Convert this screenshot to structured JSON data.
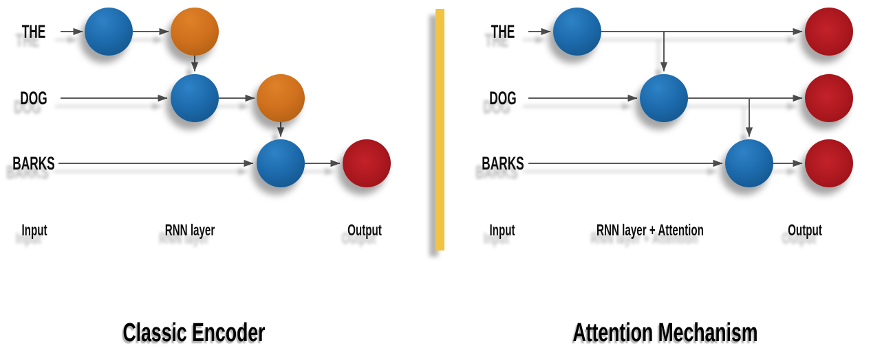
{
  "left_panel": {
    "title": "Classic Encoder",
    "rows": [
      {
        "word": "THE"
      },
      {
        "word": "DOG"
      },
      {
        "word": "BARKS"
      }
    ],
    "columns": [
      {
        "label": "Input"
      },
      {
        "label": "RNN layer"
      },
      {
        "label": "Output"
      }
    ]
  },
  "right_panel": {
    "title": "Attention Mechanism",
    "rows": [
      {
        "word": "THE"
      },
      {
        "word": "DOG"
      },
      {
        "word": "BARKS"
      }
    ],
    "columns": [
      {
        "label": "Input"
      },
      {
        "label": "RNN layer + Attention"
      },
      {
        "label": "Output"
      }
    ]
  },
  "colors": {
    "node_blue": "#1d6bad",
    "node_orange": "#cf701d",
    "node_red": "#a8161d",
    "divider_yellow": "#f0c344",
    "arrow_gray": "#595959",
    "text_black": "#0d0d0d"
  }
}
